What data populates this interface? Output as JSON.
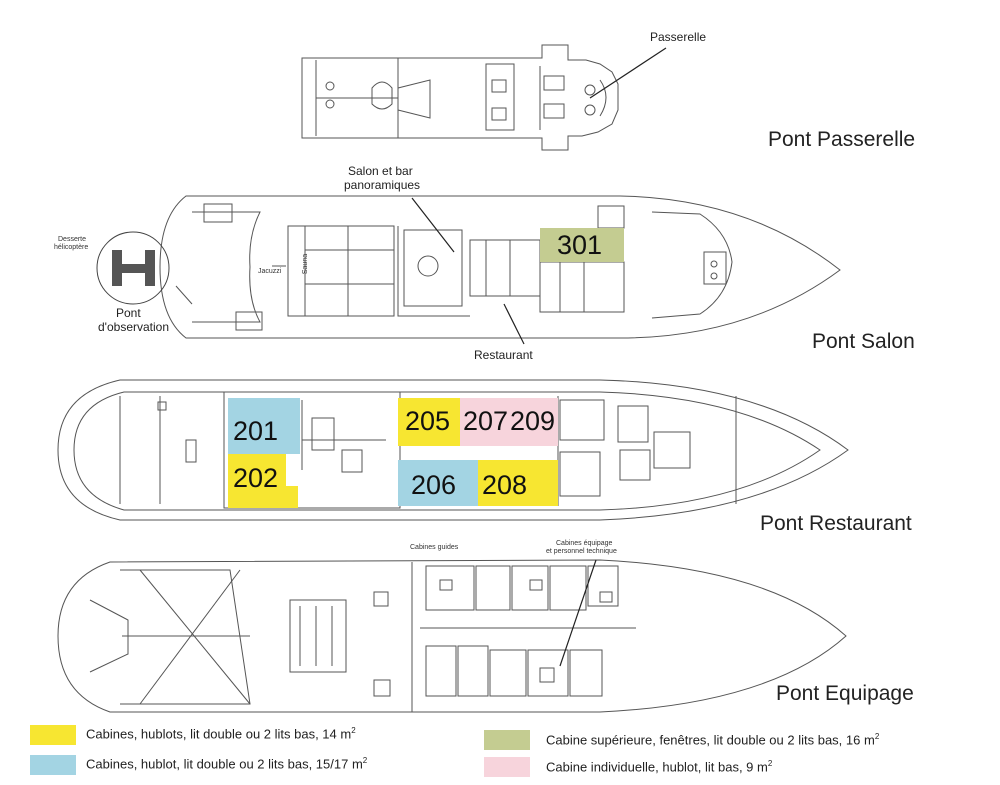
{
  "decks": [
    {
      "name": "Pont Passerelle"
    },
    {
      "name": "Pont Salon"
    },
    {
      "name": "Pont Restaurant"
    },
    {
      "name": "Pont Equipage"
    }
  ],
  "callouts": {
    "passerelle": "Passerelle",
    "salon_bar_1": "Salon et bar",
    "salon_bar_2": "panoramiques",
    "restaurant": "Restaurant",
    "pont_obs_1": "Pont",
    "pont_obs_2": "d'observation",
    "desserte_1": "Desserte",
    "desserte_2": "hélicoptère",
    "jacuzzi": "Jacuzzi",
    "sauna": "Sauna",
    "guides": "Cabines guides",
    "equipage_1": "Cabines équipage",
    "equipage_2": "et personnel technique"
  },
  "helipad_mark": "H",
  "cabins": [
    {
      "number": "301",
      "category": "superieure"
    },
    {
      "number": "201",
      "category": "hublot-15-17"
    },
    {
      "number": "202",
      "category": "hublots-14"
    },
    {
      "number": "205",
      "category": "hublots-14"
    },
    {
      "number": "206",
      "category": "hublot-15-17"
    },
    {
      "number": "207",
      "category": "individuelle"
    },
    {
      "number": "208",
      "category": "hublots-14"
    },
    {
      "number": "209",
      "category": "individuelle"
    }
  ],
  "legend": [
    {
      "text": "Cabines, hublots, lit double ou 2 lits bas, 14 m",
      "sup": "2",
      "color": "#f7e631"
    },
    {
      "text": "Cabines, hublot, lit double ou 2 lits bas, 15/17 m",
      "sup": "2",
      "color": "#a3d4e3"
    },
    {
      "text": "Cabine supérieure, fenêtres, lit double ou 2 lits bas, 16 m",
      "sup": "2",
      "color": "#c4cc91"
    },
    {
      "text": "Cabine individuelle, hublot, lit bas, 9 m",
      "sup": "2",
      "color": "#f7d4dc"
    }
  ]
}
